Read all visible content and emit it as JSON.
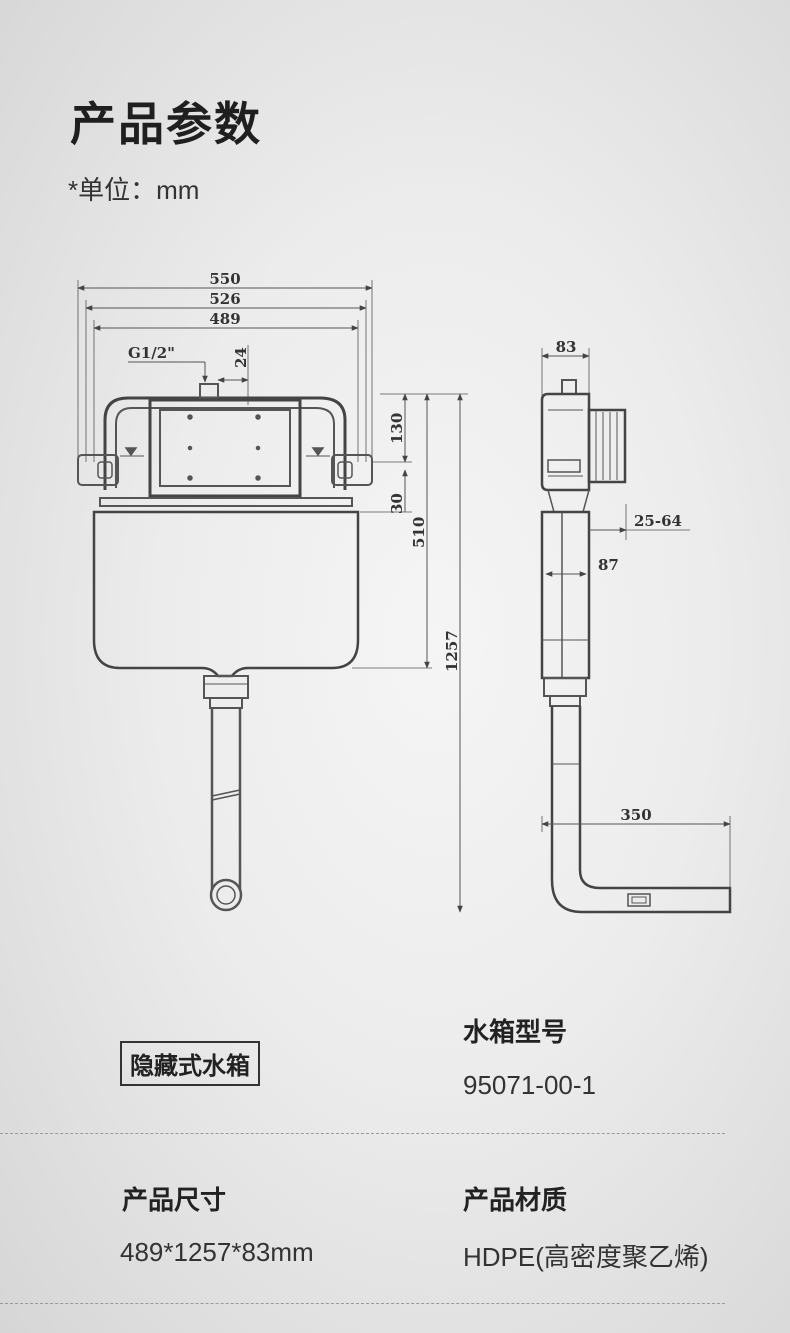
{
  "header": {
    "title": "产品参数",
    "unit": "*单位：mm"
  },
  "drawing": {
    "front_dims": {
      "w550": "550",
      "w526": "526",
      "w489": "489",
      "pipe": "G1/2\"",
      "d24": "24",
      "d130": "130",
      "d30": "30",
      "d510": "510",
      "d1257": "1257"
    },
    "side_dims": {
      "d83": "83",
      "d25_64": "25-64",
      "d87": "87",
      "d350": "350"
    }
  },
  "specs": {
    "product_name": "隐藏式水箱",
    "model_label": "水箱型号",
    "model_value": "95071-00-1",
    "size_label": "产品尺寸",
    "size_value": "489*1257*83mm",
    "material_label": "产品材质",
    "material_value": "HDPE(高密度聚乙烯)"
  }
}
